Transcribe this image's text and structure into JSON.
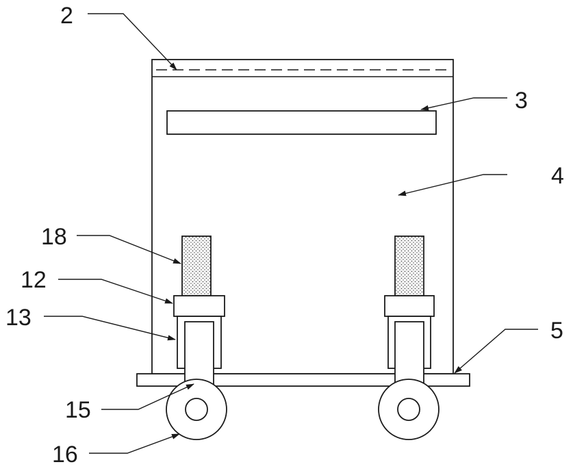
{
  "figure": {
    "labels": {
      "l2": "2",
      "l3": "3",
      "l4": "4",
      "l5": "5",
      "l12": "12",
      "l13": "13",
      "l15": "15",
      "l16": "16",
      "l18": "18"
    }
  }
}
